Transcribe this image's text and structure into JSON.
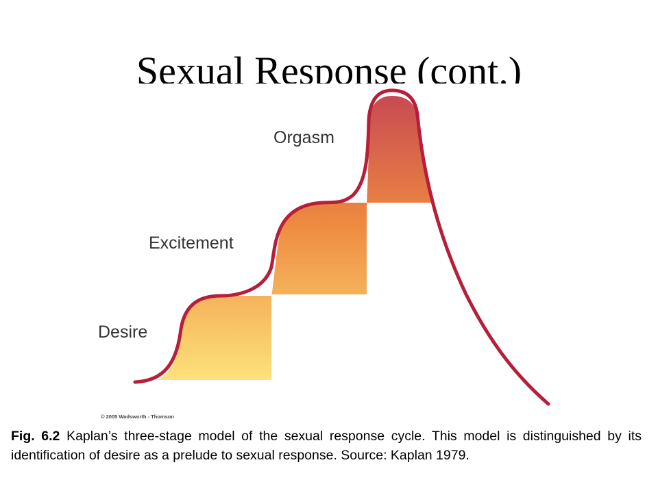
{
  "slide": {
    "title": "Sexual Response (cont.)"
  },
  "diagram": {
    "stages": [
      {
        "label": "Orgasm"
      },
      {
        "label": "Excitement"
      },
      {
        "label": "Desire"
      }
    ],
    "copyright": "© 2005 Wadsworth - Thomson",
    "colors": {
      "curve": "#b51f3a",
      "gradient_top": "#c84a52",
      "gradient_middle": "#ee8a40",
      "gradient_bottom": "#fde27a",
      "label": "#333333"
    }
  },
  "caption": {
    "figure_number": "Fig. 6.2",
    "text": " Kaplan’s three-stage model of the sexual response cycle. This model is distinguished by its identification of desire as a prelude to sexual response. Source: Kaplan 1979."
  }
}
